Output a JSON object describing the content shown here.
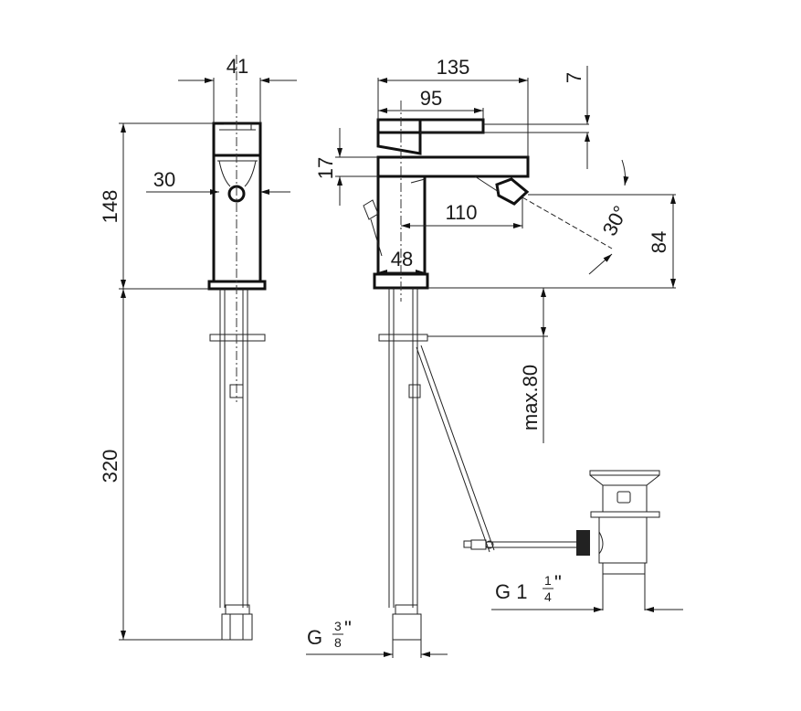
{
  "title": "Bidet mixer technical drawing",
  "dimensions": {
    "width_side": "41",
    "height_body": "148",
    "outlet_offset": "30",
    "hose_length": "320",
    "total_depth": "135",
    "lever_length": "95",
    "lever_thickness": "7",
    "spout_thickness": "17",
    "spout_reach": "110",
    "angle": "30°",
    "outlet_height": "84",
    "body_width": "48",
    "max_deck": "max.80"
  },
  "threads": {
    "inlet_prefix": "G",
    "inlet_num": "3",
    "inlet_den": "8",
    "inlet_suffix": "\"",
    "waste_prefix": "G 1",
    "waste_num": "1",
    "waste_den": "4",
    "waste_suffix": "\""
  }
}
